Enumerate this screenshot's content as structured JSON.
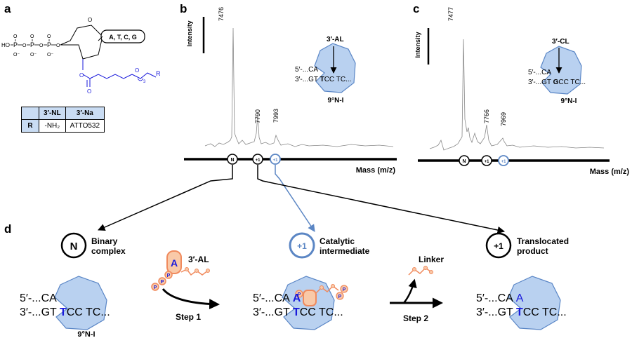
{
  "panels": {
    "a": "a",
    "b": "b",
    "c": "c",
    "d": "d"
  },
  "panel_a": {
    "base_label": "A, T, C, G",
    "phosphate_chain": "HO-P-O-P-O-P-O",
    "linker_subscript": "3",
    "r_group": "R",
    "table": {
      "headers": [
        "",
        "3′-NL",
        "3′-Na"
      ],
      "rows": [
        [
          "R",
          "-NH₂",
          "ATTO532"
        ]
      ]
    }
  },
  "panel_b": {
    "ylabel": "Intensity",
    "xlabel": "Mass (m/z)",
    "peaks": [
      "7476",
      "7790",
      "7993"
    ],
    "nucleotide": "3′-AL",
    "strand_top": "5′-...CA",
    "strand_bottom_pre": "3′-...GT ",
    "strand_bottom_bold": "T",
    "strand_bottom_post": "CC TC...",
    "enzyme": "9°N-I",
    "markers": [
      "N",
      "+1",
      "+1"
    ]
  },
  "panel_c": {
    "ylabel": "Intensity",
    "xlabel": "Mass (m/z)",
    "peaks": [
      "7477",
      "7766",
      "7969"
    ],
    "nucleotide": "3′-CL",
    "strand_top": "5′-...CA",
    "strand_bottom_pre": "3′-...GT ",
    "strand_bottom_bold": "G",
    "strand_bottom_post": "CC TC...",
    "enzyme": "9°N-I",
    "markers": [
      "N",
      "+1",
      "+1"
    ]
  },
  "panel_d": {
    "states": [
      {
        "symbol": "N",
        "label_line1": "Binary",
        "label_line2": "complex"
      },
      {
        "symbol": "+1",
        "label_line1": "Catalytic",
        "label_line2": "intermediate"
      },
      {
        "symbol": "+1",
        "label_line1": "Translocated",
        "label_line2": "product"
      }
    ],
    "nucleotide": "3′-AL",
    "nucleotide_base": "A",
    "phosphate": "P",
    "linker": "Linker",
    "step1": "Step 1",
    "step2": "Step 2",
    "enzyme": "9°N-I",
    "strand_top": "5′-...CA",
    "strand_top_added": "A",
    "strand_bottom_pre": "3′-...GT ",
    "strand_bottom_bold": "T",
    "strand_bottom_post": "CC TC..."
  },
  "colors": {
    "blue_accent": "#1a1adb",
    "marker_blue": "#5b86c4",
    "enzyme_fill": "#b9d1f0",
    "enzyme_stroke": "#5a86c6",
    "nucleotide_orange": "#f08a5d",
    "nucleotide_fill": "#f9c9a8"
  }
}
